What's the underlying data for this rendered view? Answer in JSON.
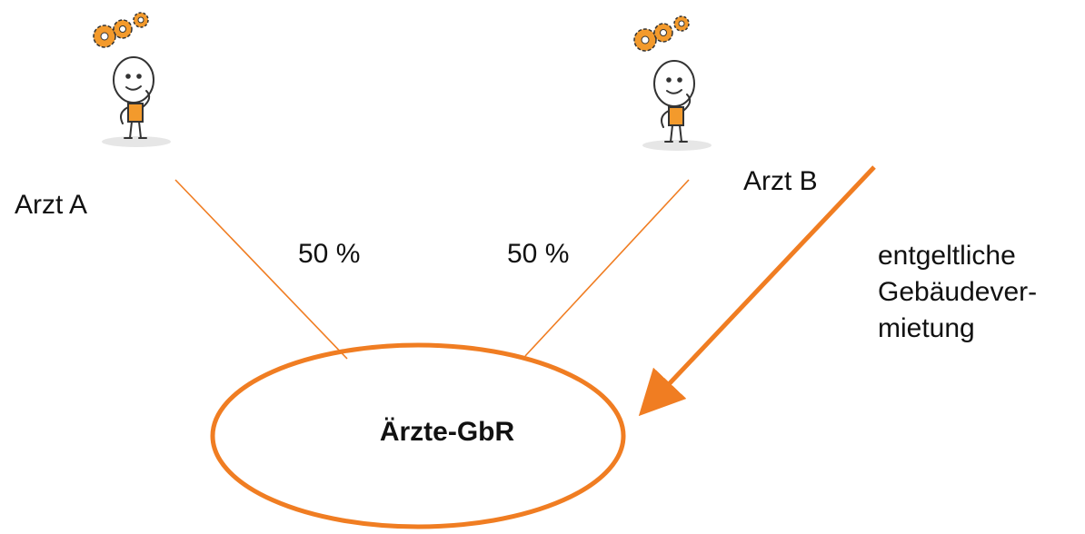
{
  "persons": [
    {
      "name": "Arzt A",
      "share": "50 %"
    },
    {
      "name": "Arzt B",
      "share": "50 %"
    }
  ],
  "company": {
    "name": "Ärzte-GbR"
  },
  "relationship": {
    "lines": [
      "entgeltliche",
      "Gebäudever-",
      "mietung"
    ]
  },
  "colors": {
    "accent": "#F07D22",
    "text": "#111111",
    "gear": "#F39A2C"
  },
  "icons": [
    "thinking-person-icon",
    "gears-icon"
  ]
}
